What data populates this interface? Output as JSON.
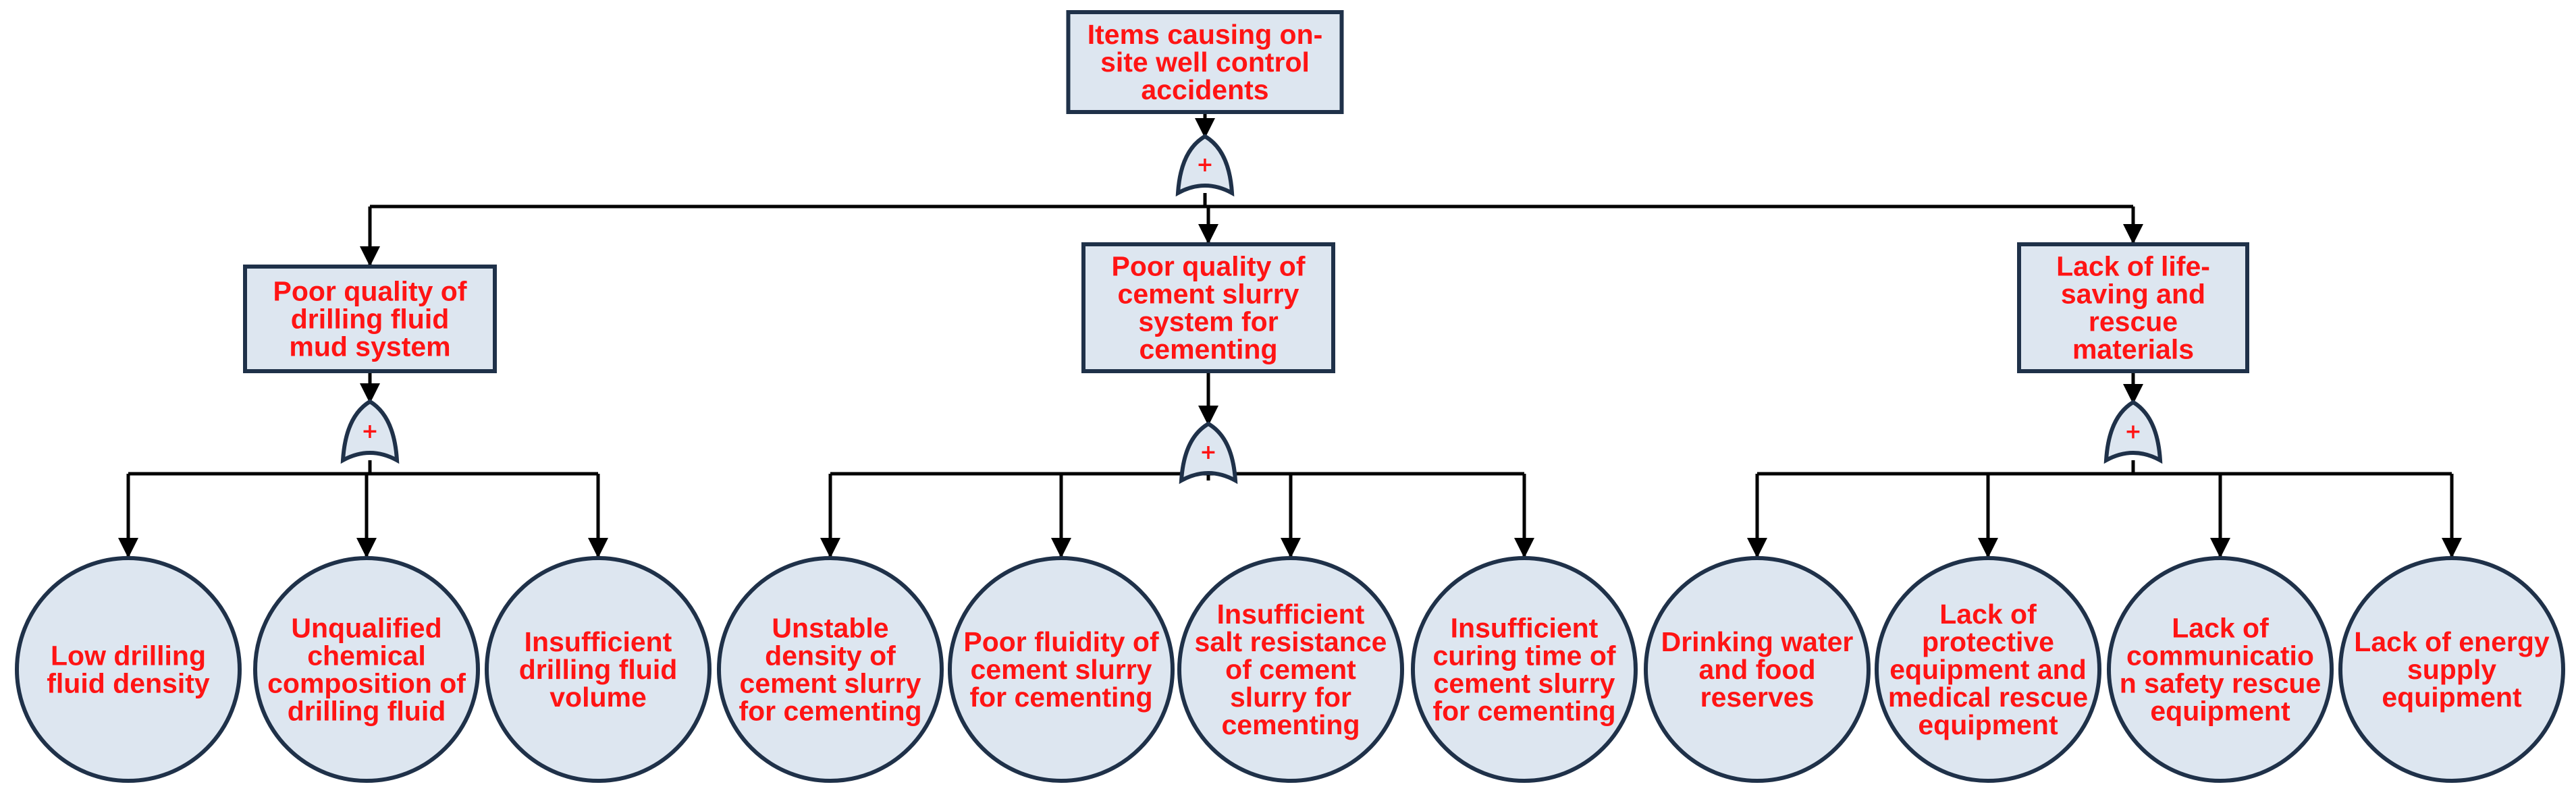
{
  "style": {
    "box_fill": "#dde6f0",
    "box_stroke": "#1f3149",
    "text_color": "#ff1414",
    "line_color": "#000000"
  },
  "gate_symbol": "+",
  "root": {
    "label": [
      "Items causing on-",
      "site well control",
      "accidents"
    ],
    "gate": "or-gate",
    "children": [
      {
        "label": [
          "Poor quality of",
          "drilling fluid",
          "mud system"
        ],
        "gate": "or-gate",
        "leaves": [
          [
            "Low drilling",
            "fluid density"
          ],
          [
            "Unqualified",
            "chemical",
            "composition of",
            "drilling fluid"
          ],
          [
            "Insufficient",
            "drilling fluid",
            "volume"
          ]
        ]
      },
      {
        "label": [
          "Poor quality of",
          "cement slurry",
          "system for",
          "cementing"
        ],
        "gate": "or-gate",
        "leaves": [
          [
            "Unstable",
            "density of",
            "cement slurry",
            "for cementing"
          ],
          [
            "Poor fluidity of",
            "cement slurry",
            "for cementing"
          ],
          [
            "Insufficient",
            "salt resistance",
            "of cement",
            "slurry for",
            "cementing"
          ],
          [
            "Insufficient",
            "curing time of",
            "cement slurry",
            "for cementing"
          ]
        ]
      },
      {
        "label": [
          "Lack of life-",
          "saving and",
          "rescue",
          "materials"
        ],
        "gate": "or-gate",
        "leaves": [
          [
            "Drinking water",
            "and food",
            "reserves"
          ],
          [
            "Lack of",
            "protective",
            "equipment and",
            "medical rescue",
            "equipment"
          ],
          [
            "Lack of",
            "communicatio",
            "n safety rescue",
            "equipment"
          ],
          [
            "Lack of energy",
            "supply",
            "equipment"
          ]
        ]
      }
    ]
  }
}
